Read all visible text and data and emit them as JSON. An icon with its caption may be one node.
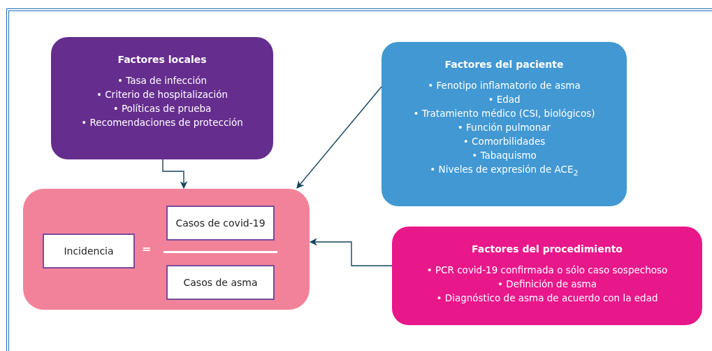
{
  "diagram": {
    "nodes": [
      {
        "text": [
          "Factores locales",
          "• Tasa de infección",
          "• Criterio de hospitalización",
          "• Políticas de prueba",
          "• Recomendaciones de protección"
        ]
      },
      {
        "text": [
          "Factores del paciente",
          "• Fenotipo inflamatorio de asma",
          "• Edad",
          "• Tratamiento médico (CSI, biológicos)",
          "• Función pulmonar",
          "• Comorbilidades",
          "• Tabaquismo",
          "• Niveles de expresión de ACE$_{2}$"
        ]
      },
      {
        "text": [
          "="
        ]
      },
      {
        "text": [
          "Incidencia"
        ],
        "in": 2
      },
      {
        "text": [
          "Casos de covid-19"
        ],
        "in": 2
      },
      {
        "text": [
          "Casos de asma"
        ],
        "in": 2
      },
      {
        "text": [
          "Factores del procedimiento",
          "• PCR  covid-19 confirmada o sólo caso sospechoso",
          "• Definición de asma",
          "• Diagnóstico de asma de acuerdo con la edad"
        ]
      }
    ],
    "edges": [
      {
        "from": 0,
        "to": 2,
        "arrow": "to"
      },
      {
        "from": 1,
        "to": 2,
        "arrow": "to"
      },
      {
        "from": 6,
        "to": 2,
        "arrow": "to"
      }
    ]
  }
}
